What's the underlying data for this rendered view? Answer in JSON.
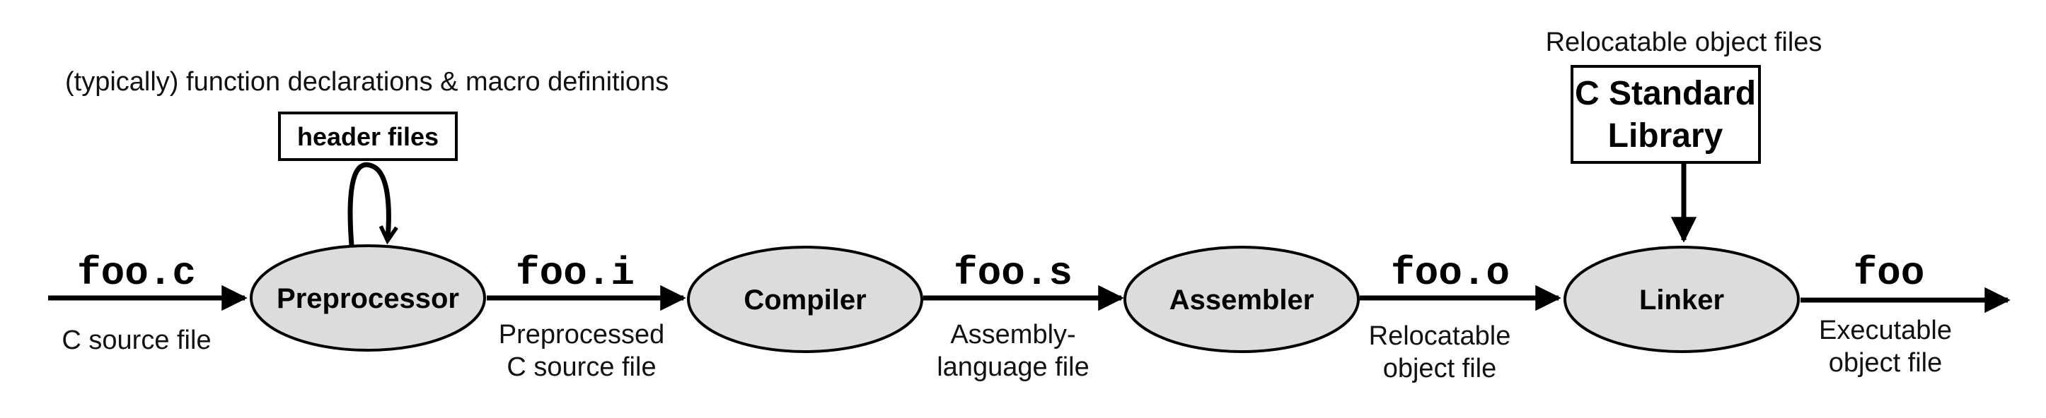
{
  "colors": {
    "stage_fill": "#dcdcdc",
    "stroke": "#000000",
    "background": "#ffffff",
    "text": "#111111"
  },
  "header_note": "(typically) function declarations & macro definitions",
  "header_box": {
    "label": "header files"
  },
  "library_note": "Relocatable object files",
  "library_box": {
    "line1": "C Standard",
    "line2": "Library"
  },
  "stages": [
    {
      "name": "Preprocessor"
    },
    {
      "name": "Compiler"
    },
    {
      "name": "Assembler"
    },
    {
      "name": "Linker"
    }
  ],
  "files": [
    {
      "name": "foo.c",
      "caption_line1": "C source file",
      "caption_line2": ""
    },
    {
      "name": "foo.i",
      "caption_line1": "Preprocessed",
      "caption_line2": "C source file"
    },
    {
      "name": "foo.s",
      "caption_line1": "Assembly-",
      "caption_line2": "language file"
    },
    {
      "name": "foo.o",
      "caption_line1": "Relocatable",
      "caption_line2": "object file"
    },
    {
      "name": "foo",
      "caption_line1": "Executable",
      "caption_line2": "object file"
    }
  ]
}
